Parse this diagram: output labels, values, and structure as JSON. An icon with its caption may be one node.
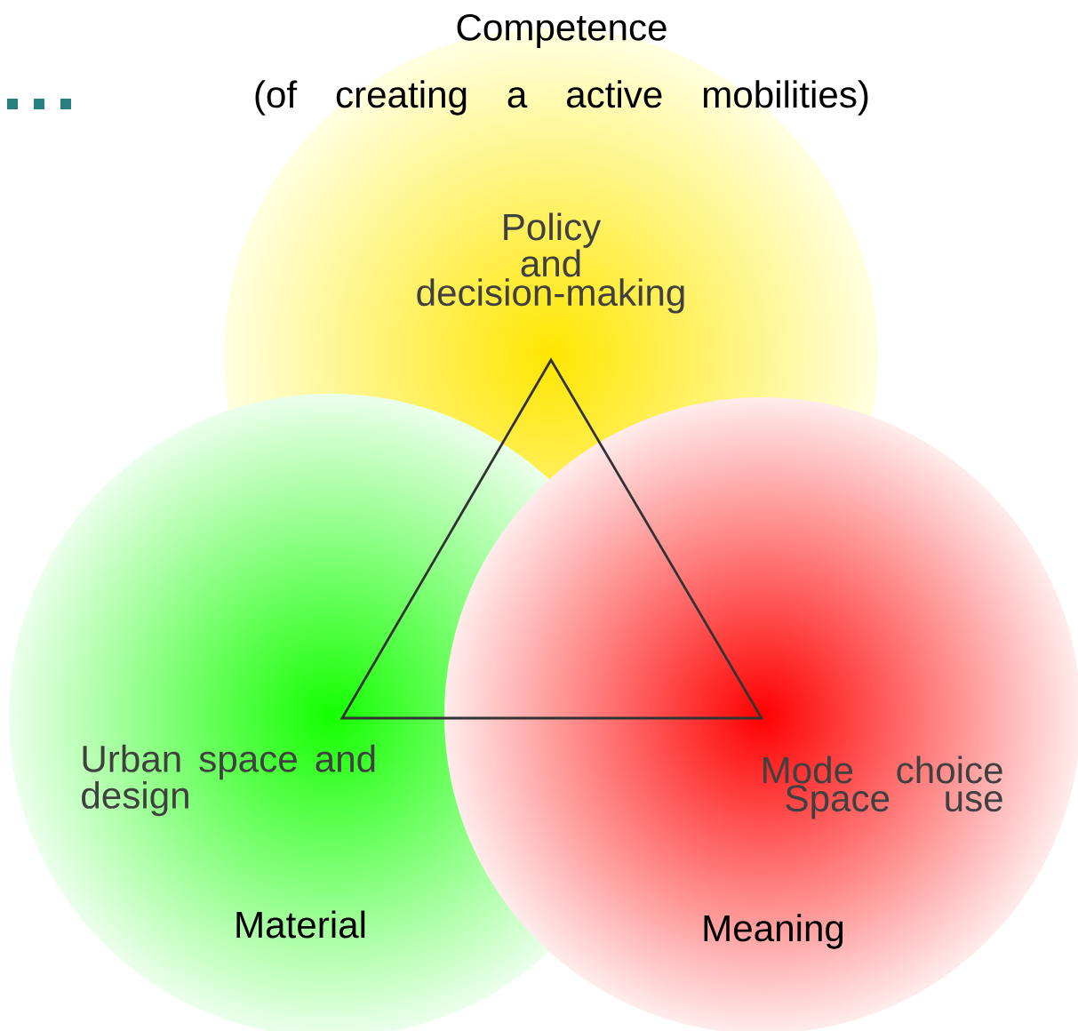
{
  "diagram": {
    "nodes": [
      {
        "text": [
          "Competence",
          "(of creating a active mobilities)",
          "Policy and decision-making"
        ]
      },
      {
        "text": [
          "Urban space and design",
          "Material"
        ]
      },
      {
        "text": [
          "Mode choice Space use",
          "Meaning"
        ]
      }
    ]
  }
}
